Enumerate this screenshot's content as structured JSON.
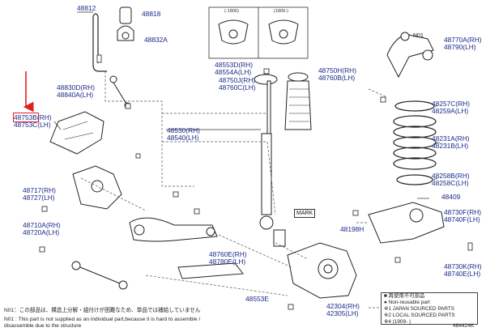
{
  "labels": {
    "p48812": "48812",
    "p48818": "48818",
    "p48832A": "48832A",
    "p48830D": "48830D(RH)",
    "p48840A": "48840A(LH)",
    "p48753B": "48753B(RH)",
    "p48753C": "48753C(LH)",
    "p48717": "48717(RH)",
    "p48727": "48727(LH)",
    "p48710A": "48710A(RH)",
    "p48720A": "48720A(LH)",
    "p48553D": "48553D(RH)",
    "p48554A": "48554A(LH)",
    "p48750J": "48750J(RH)",
    "p48760C": "48760C(LH)",
    "p48750H": "48750H(RH)",
    "p48760B": "48760B(LH)",
    "p48530": "48530(RH)",
    "p48540": "48540(LH)",
    "p48760E": "48760E(RH)",
    "p48780E": "48780E(LH)",
    "p48770A": "48770A(RH)",
    "p48790": "48790(LH)",
    "p48257C": "48257C(RH)",
    "p48259A": "48259A(LH)",
    "p48231A": "48231A(RH)",
    "p48231B": "48231B(LH)",
    "p48258B": "48258B(RH)",
    "p48258C": "48258C(LH)",
    "p48409": "48409",
    "p48198H": "48198H",
    "p48730F": "48730F(RH)",
    "p48740F": "48740F(LH)",
    "p48730K": "48730K(RH)",
    "p48740E": "48740E(LH)",
    "p48553E": "48553E",
    "p42304": "42304(RH)",
    "p42305": "42305(LH)",
    "mark": "MARK",
    "n01": "N01",
    "boxA": "(-1806)",
    "boxB": "(1806-)",
    "fig_id": "484424K"
  },
  "legend": {
    "mark1": "■",
    "l1": "再使用不可部品",
    "mark2": "●",
    "l2": "Non-reusable part",
    "l3": "※1 JAPAN SOURCED PARTS",
    "l4": "※2 LOCAL SOURCED PARTS",
    "l5": "※4 (1909-    )"
  },
  "notes": {
    "n1": "N01：この部品は、構造上分解・組付けが困難なため、単品では補給していません",
    "n2": "N01 : This part is not supplied as an individual part,because it is hard to assemble /",
    "n3": "disassemble due to the structure"
  },
  "colors": {
    "part_link": "#1a2a8a",
    "highlight": "#e02020",
    "arrow": "#e02020"
  }
}
